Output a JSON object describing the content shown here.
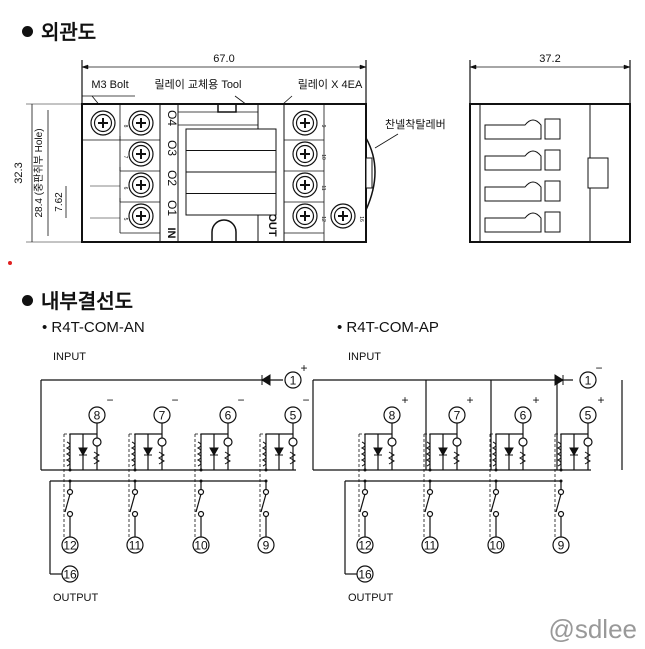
{
  "sections": {
    "exterior_title": "외관도",
    "wiring_title": "내부결선도"
  },
  "exterior": {
    "width_dim": "67.0",
    "depth_dim": "37.2",
    "height_dim": "32.3",
    "hole_dim": "28.4 (중판취부 Hole)",
    "pitch_dim": "7.62",
    "label_bolt": "M3 Bolt",
    "label_tool": "릴레이 교체용 Tool",
    "label_relay": "릴레이 X 4EA",
    "label_lever": "찬넬착탈레버",
    "outputs": [
      "O4",
      "O3",
      "O2",
      "O1"
    ],
    "in_label": "IN",
    "out_label": "OUT",
    "left_terminals": [
      "8",
      "7",
      "6",
      "5"
    ],
    "right_terminals": [
      "9",
      "10",
      "11",
      "12"
    ],
    "extra_terminal": "16"
  },
  "diagrams": [
    {
      "model": "R4T-COM-AN",
      "input_label": "INPUT",
      "output_label": "OUTPUT",
      "common": "1",
      "common_sign": "+",
      "inputs": [
        "8",
        "7",
        "6",
        "5"
      ],
      "input_sign": "−",
      "outputs": [
        "12",
        "11",
        "10",
        "9"
      ],
      "output_common": "16"
    },
    {
      "model": "R4T-COM-AP",
      "input_label": "INPUT",
      "output_label": "OUTPUT",
      "common": "1",
      "common_sign": "−",
      "inputs": [
        "8",
        "7",
        "6",
        "5"
      ],
      "input_sign": "+",
      "outputs": [
        "12",
        "11",
        "10",
        "9"
      ],
      "output_common": "16"
    }
  ],
  "watermark": "@sdlee",
  "colors": {
    "line": "#111111",
    "marker": "#e02020",
    "watermark": "#999999"
  }
}
